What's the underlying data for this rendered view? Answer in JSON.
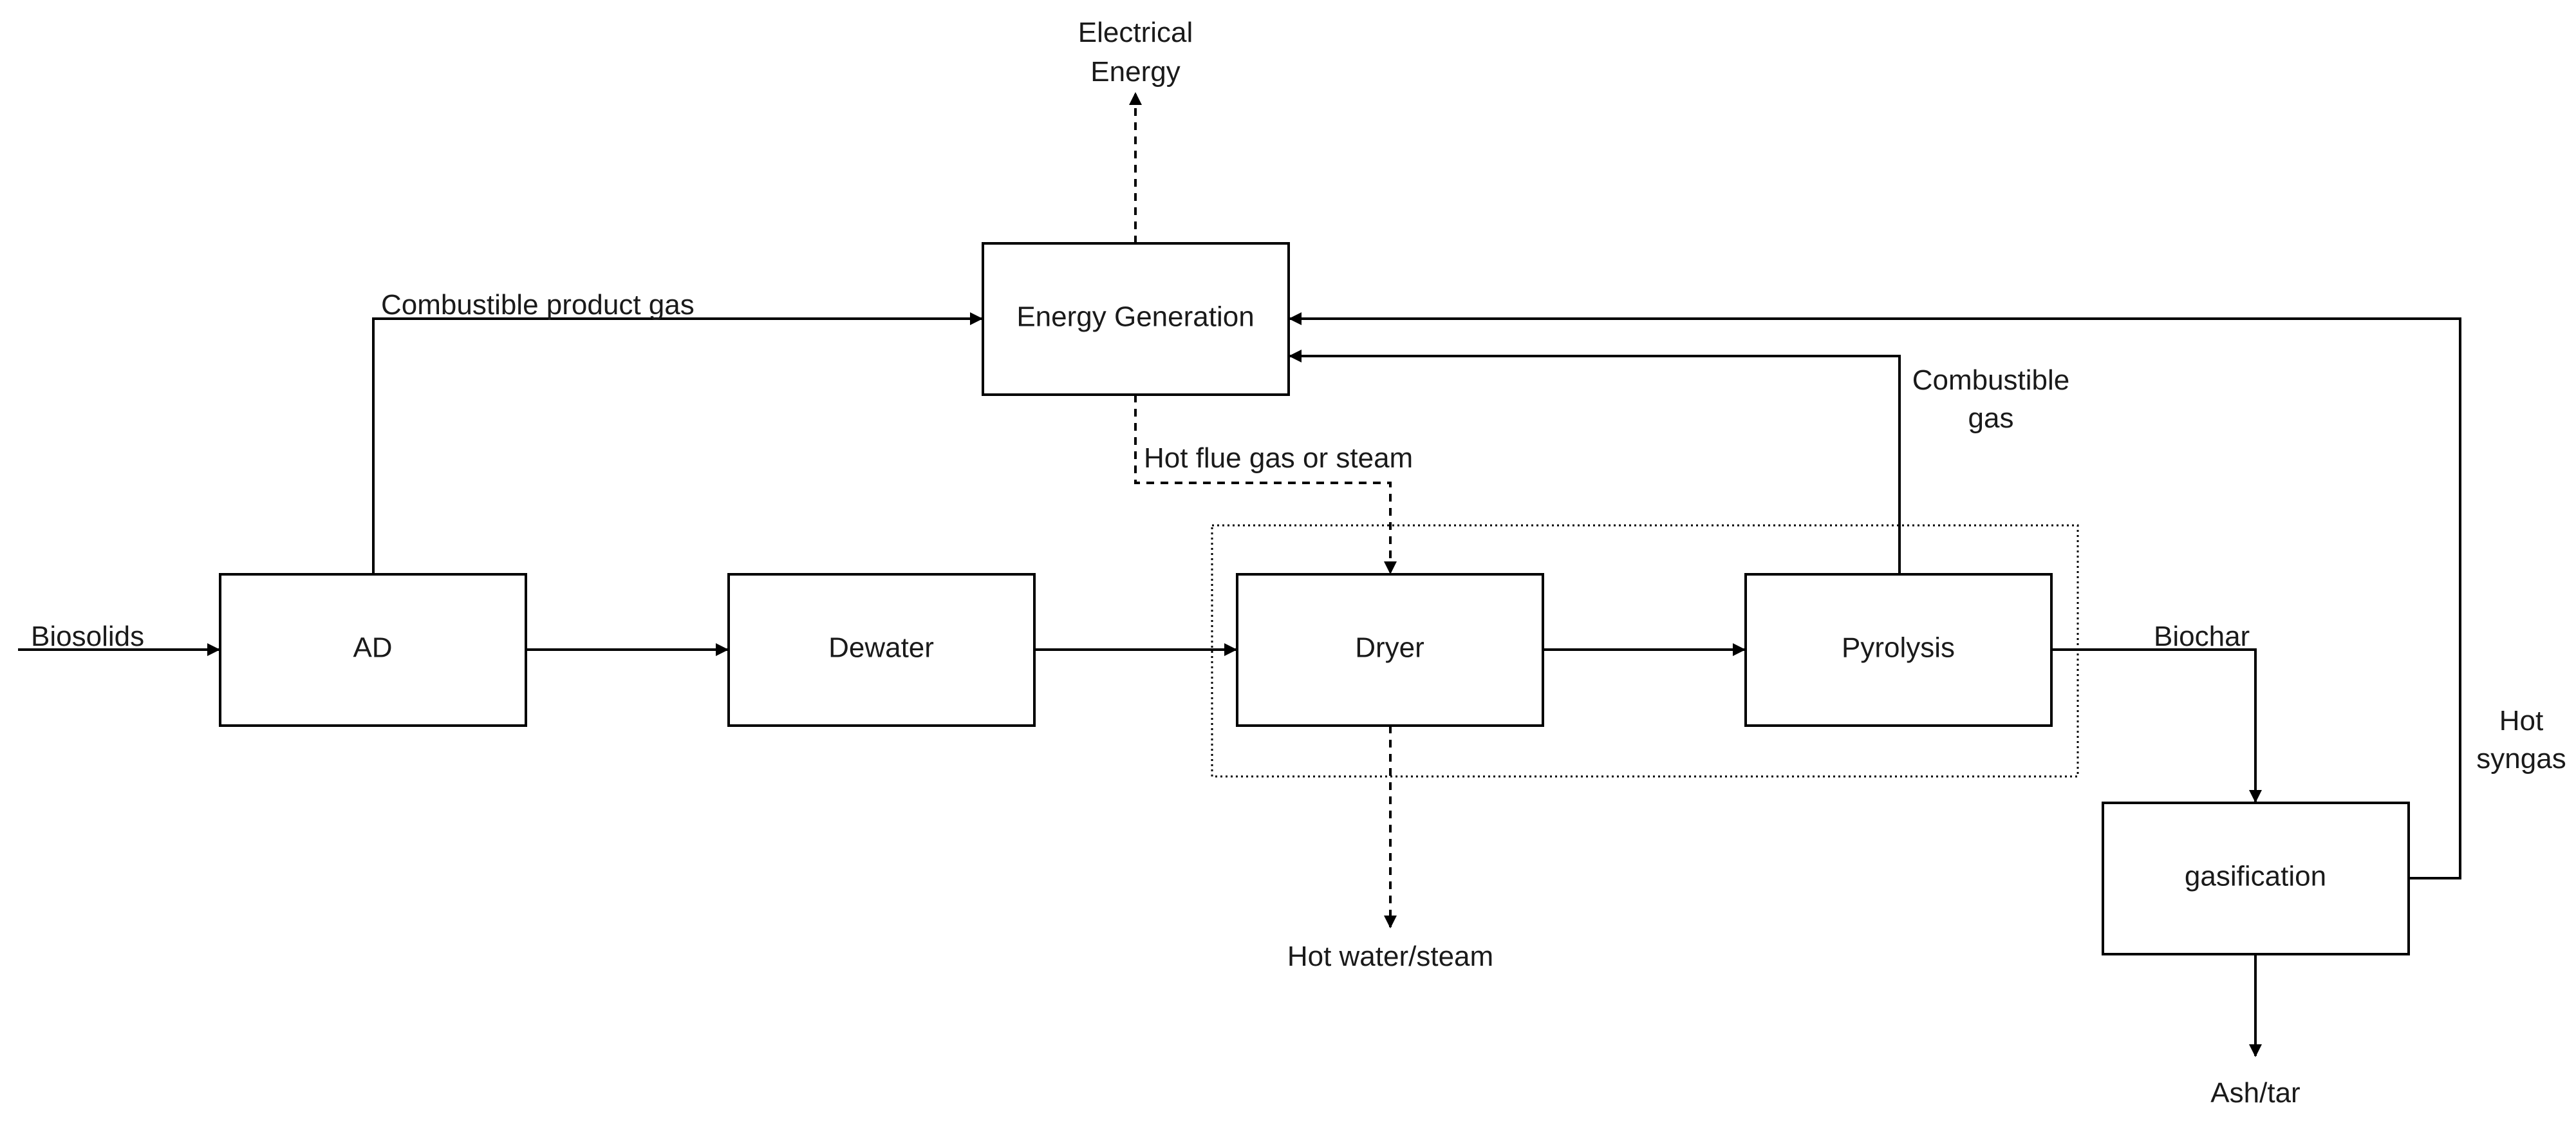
{
  "nodes": {
    "ad": "AD",
    "dewater": "Dewater",
    "dryer": "Dryer",
    "pyrolysis": "Pyrolysis",
    "energy_generation": "Energy Generation",
    "gasification": "gasification"
  },
  "labels": {
    "biosolids": "Biosolids",
    "combustible_product_gas": "Combustible product gas",
    "electrical_energy_line1": "Electrical",
    "electrical_energy_line2": "Energy",
    "hot_flue_gas": "Hot flue gas or steam",
    "combustible_gas_line1": "Combustible",
    "combustible_gas_line2": "gas",
    "biochar": "Biochar",
    "hot_syngas_line1": "Hot",
    "hot_syngas_line2": "syngas",
    "hot_water_steam": "Hot water/steam",
    "ash_tar": "Ash/tar"
  },
  "colors": {
    "stroke": "#000000",
    "background": "#ffffff",
    "text": "#1a1a1a"
  }
}
